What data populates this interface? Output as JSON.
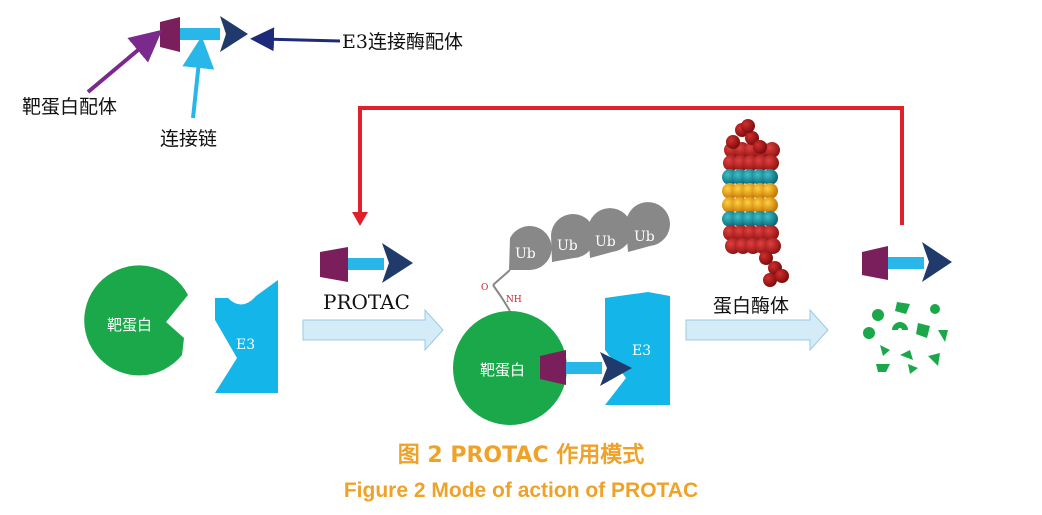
{
  "legend": {
    "e3_ligand_label": "E3连接酶配体",
    "target_ligand_label": "靶蛋白配体",
    "linker_label": "连接链"
  },
  "labels": {
    "target_protein": "靶蛋白",
    "e3": "E3",
    "protac": "PROTAC",
    "proteasome": "蛋白酶体",
    "ub": "Ub",
    "amide_o": "O",
    "amide_nh": "NH"
  },
  "caption": {
    "chinese": "图 2  PROTAC 作用模式",
    "english": "Figure 2  Mode of action of PROTAC"
  },
  "colors": {
    "target_protein": "#1aa84a",
    "e3": "#14b5e8",
    "warhead": "#7a1f5c",
    "linker": "#29b6e8",
    "e3_ligand": "#1f3a6b",
    "ubiquitin": "#888888",
    "recycle_arrow": "#e0202a",
    "flow_arrow": "#d4ecf8",
    "caption": "#f0a127"
  }
}
